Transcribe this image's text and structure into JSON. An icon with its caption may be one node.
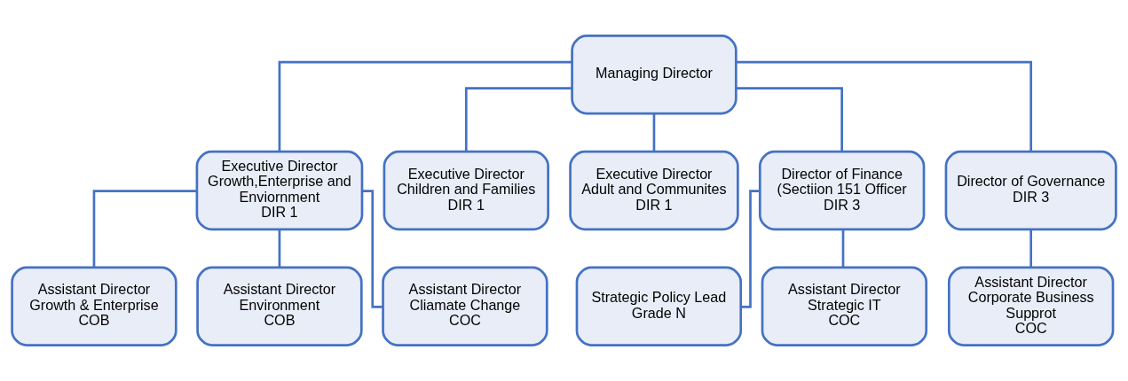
{
  "diagram": {
    "nodes": [
      {
        "text": [
          "Managing Director"
        ]
      },
      {
        "text": [
          "Executive Director Growth,Enterprise and Enviornment",
          "DIR 1"
        ]
      },
      {
        "text": [
          "Executive Director Children and Families",
          "DIR 1"
        ]
      },
      {
        "text": [
          "Executive Director Adult and Communites",
          "DIR 1"
        ]
      },
      {
        "text": [
          "Director of Finance (Sectiion 151 Officer",
          "DIR 3"
        ]
      },
      {
        "text": [
          "Director of Governance",
          "DIR 3"
        ]
      },
      {
        "text": [
          "Assistant Director Growth & Enterprise",
          "COB"
        ]
      },
      {
        "text": [
          "Assistant Director",
          "Environment",
          "COB"
        ]
      },
      {
        "text": [
          "Assistant Director Cliamate Change",
          "COC"
        ]
      },
      {
        "text": [
          "Strategic Policy Lead",
          "Grade N"
        ]
      },
      {
        "text": [
          "Assistant Director",
          "Strategic IT",
          "COC"
        ]
      },
      {
        "text": [
          "Assistant Director",
          "Corporate Business Supprot",
          "COC"
        ]
      }
    ],
    "edges": [
      {
        "from": 0,
        "to": 1,
        "arrow": "none"
      },
      {
        "from": 0,
        "to": 2,
        "arrow": "none"
      },
      {
        "from": 0,
        "to": 3,
        "arrow": "none"
      },
      {
        "from": 0,
        "to": 4,
        "arrow": "none"
      },
      {
        "from": 0,
        "to": 5,
        "arrow": "none"
      },
      {
        "from": 1,
        "to": 6,
        "arrow": "none"
      },
      {
        "from": 1,
        "to": 7,
        "arrow": "none"
      },
      {
        "from": 1,
        "to": 8,
        "arrow": "none"
      },
      {
        "from": 4,
        "to": 9,
        "arrow": "none"
      },
      {
        "from": 4,
        "to": 10,
        "arrow": "none"
      },
      {
        "from": 5,
        "to": 11,
        "arrow": "none"
      }
    ]
  }
}
